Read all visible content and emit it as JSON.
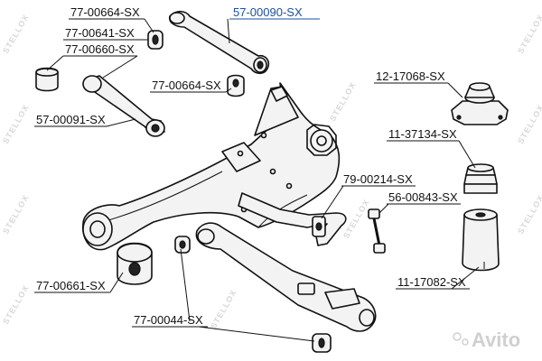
{
  "labels": {
    "l1": "77-00664-SX",
    "l2": "57-00090-SX",
    "l3": "77-00641-SX",
    "l4": "77-00660-SX",
    "l5": "77-00664-SX",
    "l6": "12-17068-SX",
    "l7": "57-00091-SX",
    "l8": "11-37134-SX",
    "l9": "79-00214-SX",
    "l10": "56-00843-SX",
    "l11": "77-00661-SX",
    "l12": "11-17082-SX",
    "l13": "77-00044-SX"
  },
  "watermarks": {
    "brand": "STELLOX",
    "avito": "Avito"
  },
  "colors": {
    "highlight": "#1b4f9c",
    "ink": "#111111",
    "watermark": "#d8d8d8"
  }
}
